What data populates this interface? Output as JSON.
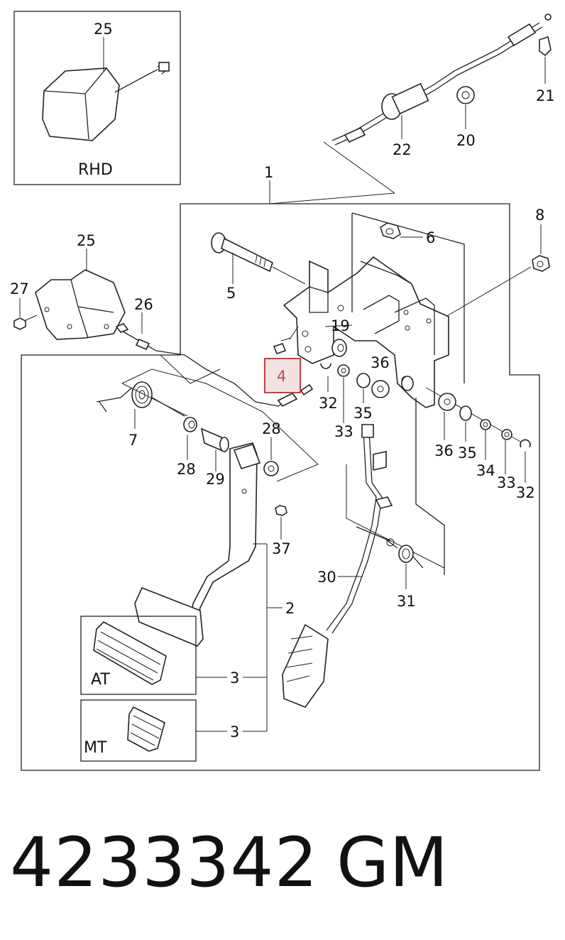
{
  "callouts": {
    "c1": "1",
    "c2": "2",
    "c3a": "3",
    "c3b": "3",
    "c4": "4",
    "c5": "5",
    "c6": "6",
    "c7": "7",
    "c8": "8",
    "c19": "19",
    "c20": "20",
    "c21": "21",
    "c22": "22",
    "c25a": "25",
    "c25b": "25",
    "c26": "26",
    "c27": "27",
    "c28a": "28",
    "c28b": "28",
    "c29": "29",
    "c30": "30",
    "c31": "31",
    "c32a": "32",
    "c32b": "32",
    "c33a": "33",
    "c33b": "33",
    "c34": "34",
    "c35a": "35",
    "c35b": "35",
    "c36a": "36",
    "c36b": "36",
    "c37": "37"
  },
  "boxes": {
    "rhd_label": "RHD",
    "at_label": "AT",
    "mt_label": "MT"
  },
  "footer": {
    "part_number": "4233342",
    "brand": "GM"
  },
  "highlight": {
    "color": "#d23c3c",
    "callout": "4"
  }
}
